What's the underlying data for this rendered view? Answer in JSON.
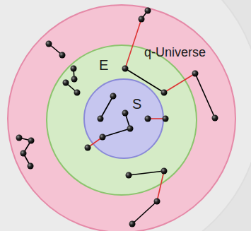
{
  "diagram": {
    "nodes": [
      {
        "text": [
          "q-Universe"
        ]
      },
      {
        "text": [
          "E"
        ],
        "in": 0
      },
      {
        "text": [
          "S"
        ],
        "in": 1
      }
    ]
  }
}
